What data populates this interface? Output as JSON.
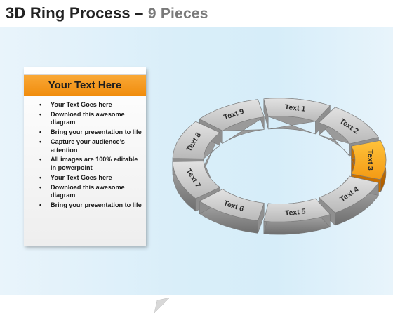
{
  "title": {
    "main": "3D Ring Process – ",
    "sub": "9 Pieces"
  },
  "note": {
    "heading": "Your Text Here",
    "bullets": [
      "Your Text Goes here",
      "Download this awesome diagram",
      "Bring your presentation to life",
      "Capture your audience’s attention",
      "All images are 100% editable in powerpoint",
      "Your Text Goes here",
      "Download this awesome diagram",
      "Bring your presentation to life"
    ]
  },
  "ring": {
    "segments": [
      {
        "label": "Text 1",
        "highlighted": false
      },
      {
        "label": "Text 2",
        "highlighted": false
      },
      {
        "label": "Text 3",
        "highlighted": true
      },
      {
        "label": "Text 4",
        "highlighted": false
      },
      {
        "label": "Text 5",
        "highlighted": false
      },
      {
        "label": "Text 6",
        "highlighted": false
      },
      {
        "label": "Text 7",
        "highlighted": false
      },
      {
        "label": "Text 8",
        "highlighted": false
      },
      {
        "label": "Text 9",
        "highlighted": false
      }
    ]
  },
  "colors": {
    "accent": "#f39a1e",
    "segment_top": "#d2d2d2",
    "segment_side": "#8c8c8c",
    "highlight_top": "#f7a21b",
    "highlight_side": "#c46a00"
  }
}
